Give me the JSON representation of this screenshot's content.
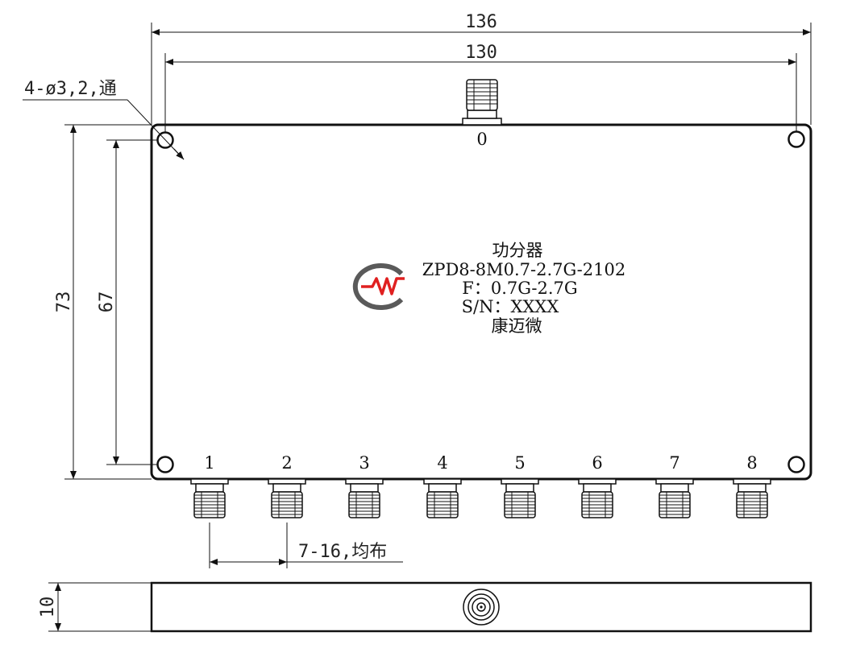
{
  "dimensions": {
    "overall_width": "136",
    "hole_spacing_width": "130",
    "overall_height": "73",
    "hole_spacing_height": "67",
    "thickness": "10",
    "hole_note": "4-ø3,2,通",
    "port_spacing_note": "7-16,均布"
  },
  "ports": {
    "input": "0",
    "outputs": [
      "1",
      "2",
      "3",
      "4",
      "5",
      "6",
      "7",
      "8"
    ]
  },
  "label": {
    "line1": "功分器",
    "line2": "ZPD8-8M0.7-2.7G-2102",
    "line3": "F：0.7G-2.7G",
    "line4": "S/N：XXXX",
    "line5": "康迈微"
  },
  "logo": {
    "name": "kmw-logo-icon",
    "colors": {
      "ring": "#5a5a5a",
      "wave": "#e02020"
    }
  }
}
